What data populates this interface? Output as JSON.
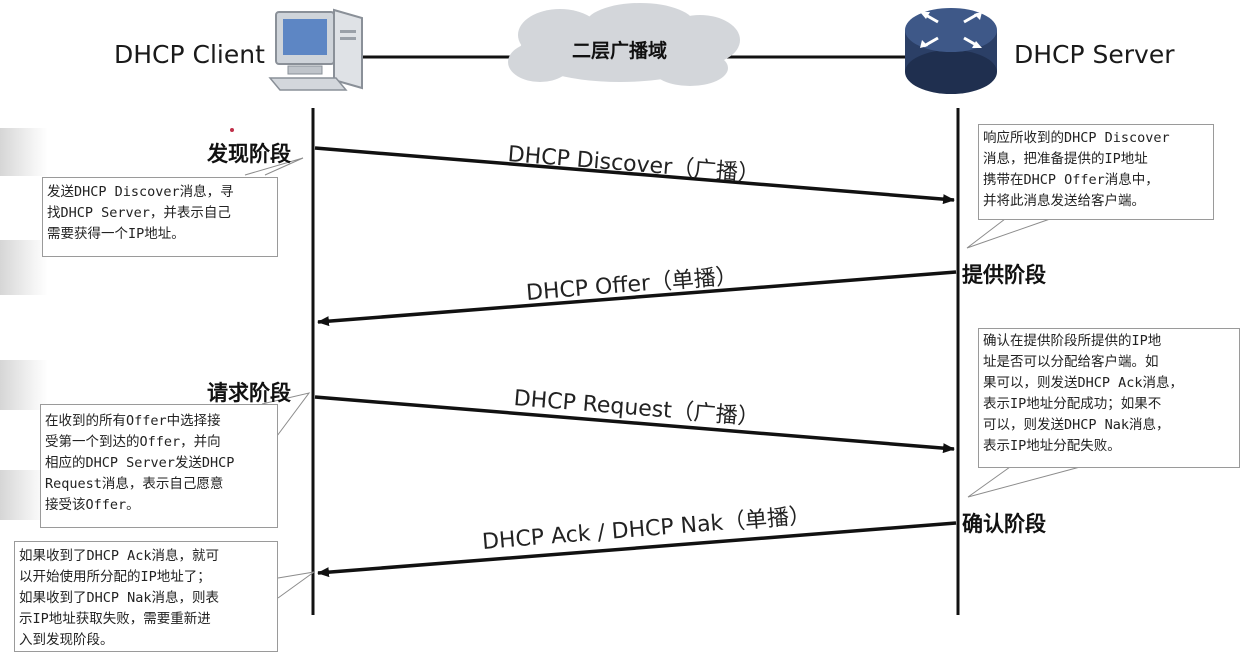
{
  "nodes": {
    "client_label": "DHCP Client",
    "server_label": "DHCP Server",
    "network_label": "二层广播域",
    "client_icon": "desktop-computer-icon",
    "server_icon": "router-icon"
  },
  "phases": {
    "discover": "发现阶段",
    "offer": "提供阶段",
    "request": "请求阶段",
    "ack": "确认阶段"
  },
  "messages": {
    "discover": "DHCP Discover（广播）",
    "offer": "DHCP Offer（单播）",
    "request": "DHCP Request（广播）",
    "ack": "DHCP Ack / DHCP Nak（单播）"
  },
  "notes": {
    "discover": [
      "发送DHCP Discover消息，寻",
      "找DHCP Server，并表示自己",
      "需要获得一个IP地址。"
    ],
    "offer": [
      "响应所收到的DHCP Discover",
      "消息，把准备提供的IP地址",
      "携带在DHCP Offer消息中，",
      "并将此消息发送给客户端。"
    ],
    "request": [
      "在收到的所有Offer中选择接",
      "受第一个到达的Offer，并向",
      "相应的DHCP Server发送DHCP",
      "Request消息，表示自己愿意",
      "接受该Offer。"
    ],
    "ack_server": [
      "确认在提供阶段所提供的IP地",
      "址是否可以分配给客户端。如",
      "果可以，则发送DHCP Ack消息，",
      "表示IP地址分配成功；如果不",
      "可以，则发送DHCP Nak消息，",
      "表示IP地址分配失败。"
    ],
    "ack_client": [
      "如果收到了DHCP Ack消息，就可",
      "以开始使用所分配的IP地址了；",
      "如果收到了DHCP Nak消息，则表",
      "示IP地址获取失败，需要重新进",
      "入到发现阶段。"
    ]
  },
  "colors": {
    "line": "#111111",
    "note_border": "#9a9a9a",
    "cloud": "#d3d6da",
    "router": "#2b3f66"
  }
}
